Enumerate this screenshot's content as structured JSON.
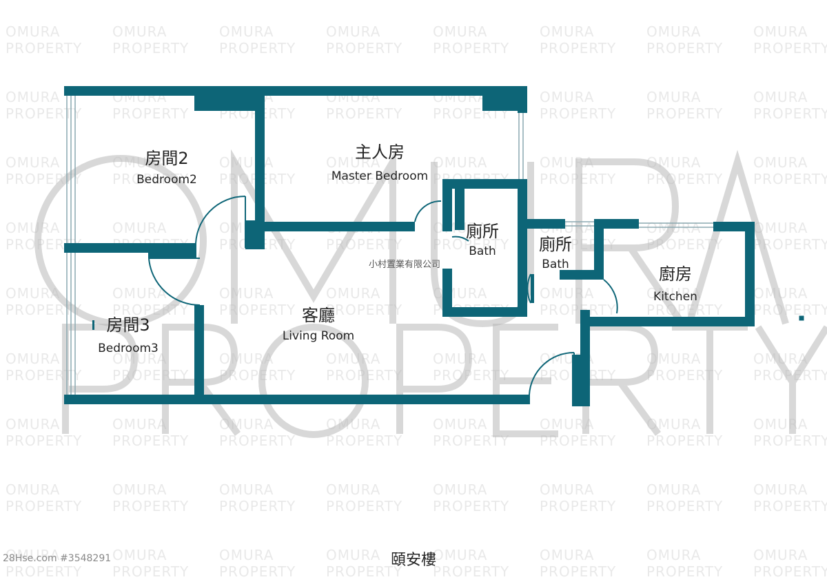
{
  "watermark": {
    "brand_line1": "OMURA",
    "brand_line2": "PROPERTY"
  },
  "rooms": {
    "bedroom2": {
      "zh": "房間2",
      "en": "Bedroom2"
    },
    "master": {
      "zh": "主人房",
      "en": "Master Bedroom"
    },
    "bath1": {
      "zh": "廁所",
      "en": "Bath"
    },
    "bath2": {
      "zh": "廁所",
      "en": "Bath"
    },
    "kitchen": {
      "zh": "廚房",
      "en": "Kitchen"
    },
    "living": {
      "zh": "客廳",
      "en": "Living Room"
    },
    "bedroom3": {
      "zh": "房間3",
      "en": "Bedroom3"
    }
  },
  "company_name": "小村置業有限公司",
  "building_name": "頤安樓",
  "listing_id": "28Hse.com #3548291",
  "colors": {
    "wall": "#0d6577"
  }
}
